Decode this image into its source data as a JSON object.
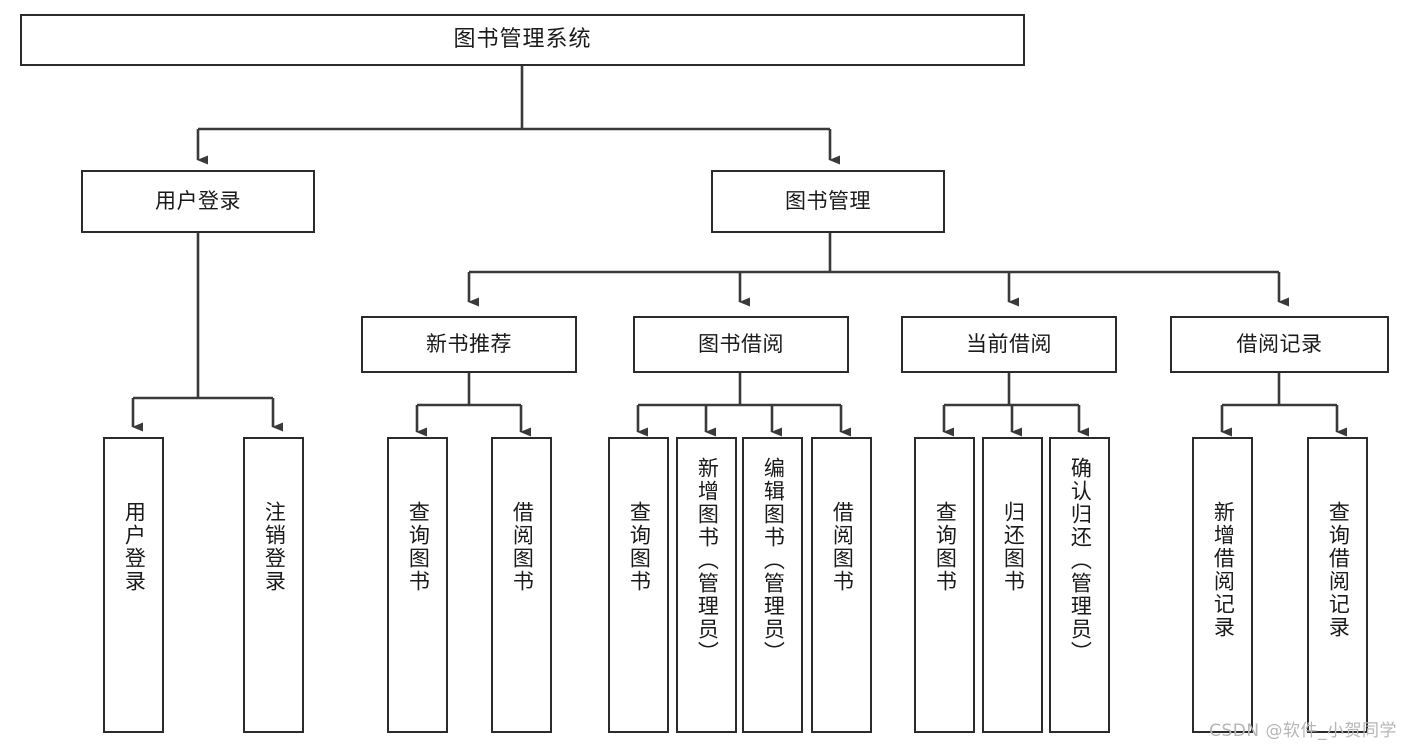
{
  "diagram": {
    "title": "图书管理系统",
    "watermark": "CSDN @软件_小贺同学",
    "colors": {
      "box_border": "#2b2b2b",
      "box_fill": "#ffffff",
      "edge": "#3a3a3a",
      "text": "#1a1a1a",
      "watermark": "#b6b6b6",
      "background": "#ffffff"
    },
    "root": {
      "label": "图书管理系统"
    },
    "level2": [
      {
        "label": "用户登录"
      },
      {
        "label": "图书管理"
      }
    ],
    "level3": [
      {
        "label": "新书推荐"
      },
      {
        "label": "图书借阅"
      },
      {
        "label": "当前借阅"
      },
      {
        "label": "借阅记录"
      }
    ],
    "leaves": {
      "user_login": [
        {
          "label": "用户登录"
        },
        {
          "label": "注销登录"
        }
      ],
      "new_book": [
        {
          "label": "查询图书"
        },
        {
          "label": "借阅图书"
        }
      ],
      "book_borrow": [
        {
          "label": "查询图书"
        },
        {
          "label": "新增图书（管理员）"
        },
        {
          "label": "编辑图书（管理员）"
        },
        {
          "label": "借阅图书"
        }
      ],
      "current_borrow": [
        {
          "label": "查询图书"
        },
        {
          "label": "归还图书"
        },
        {
          "label": "确认归还（管理员）"
        }
      ],
      "borrow_record": [
        {
          "label": "新增借阅记录"
        },
        {
          "label": "查询借阅记录"
        }
      ]
    }
  }
}
